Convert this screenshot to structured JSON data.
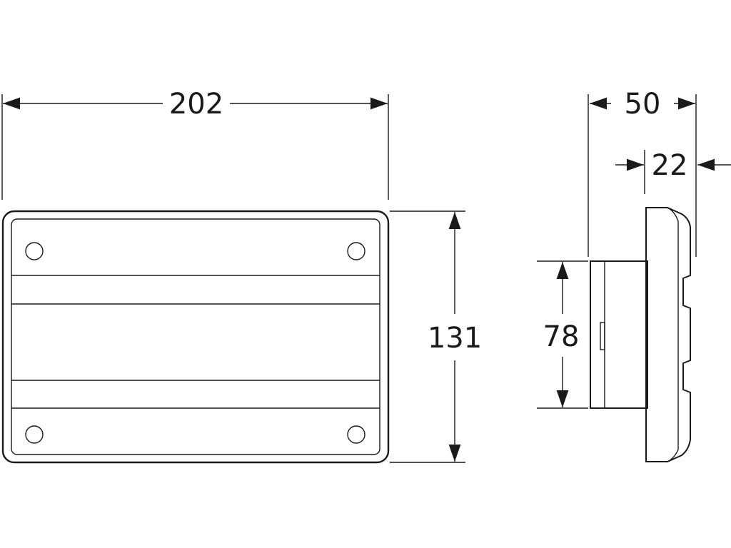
{
  "dimensions": {
    "width": "202",
    "height": "131",
    "depth_total": "50",
    "depth_flange": "22",
    "body_height": "78"
  },
  "colors": {
    "ink": "#1a1a1a",
    "background": "#ffffff"
  }
}
